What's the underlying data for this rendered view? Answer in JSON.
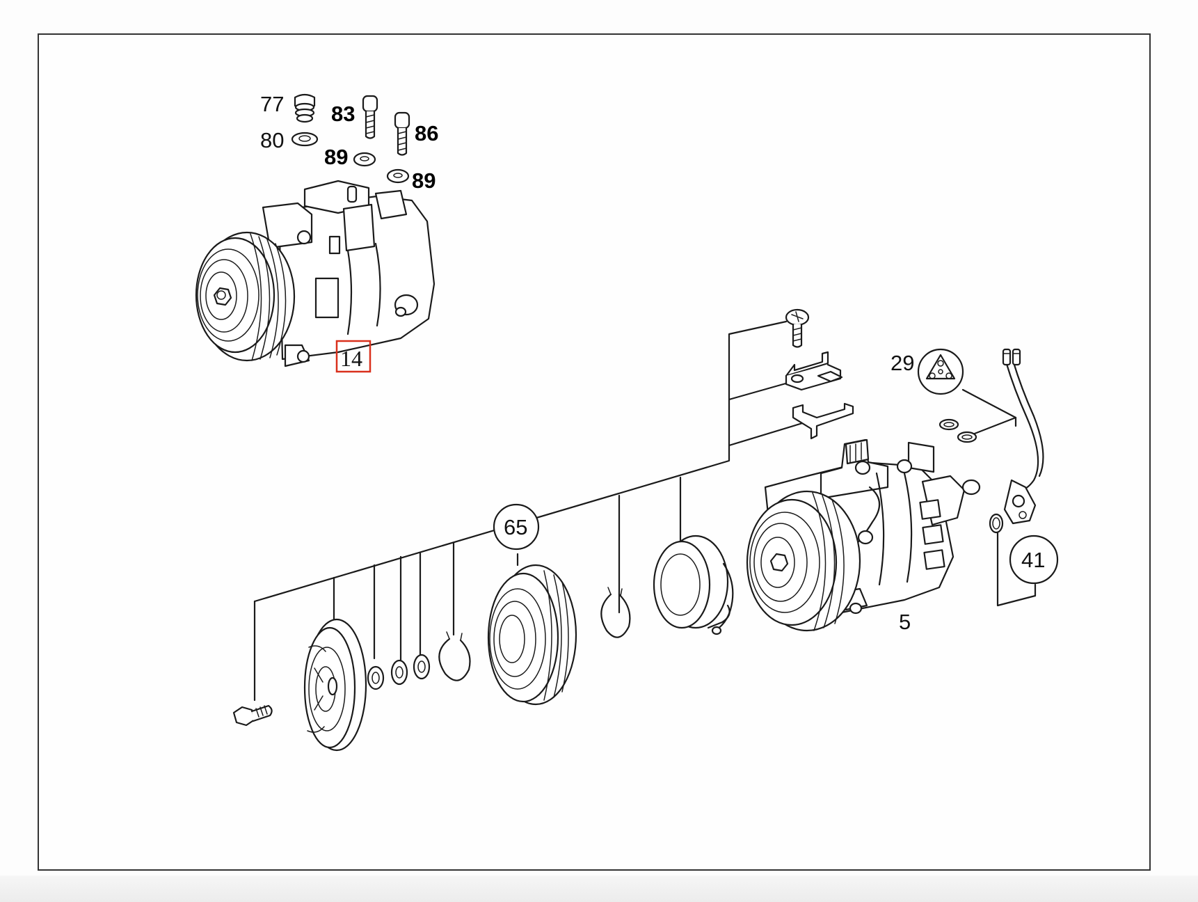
{
  "diagram": {
    "callouts": {
      "c77": "77",
      "c80": "80",
      "c83": "83",
      "c86": "86",
      "c89a": "89",
      "c89b": "89",
      "c14": "14",
      "c29": "29",
      "c65": "65",
      "c41": "41",
      "c5": "5"
    },
    "colors": {
      "frame": "#333333",
      "line": "#1a1a1a",
      "highlight": "#d9301c"
    },
    "highlighted_callout": "14"
  }
}
